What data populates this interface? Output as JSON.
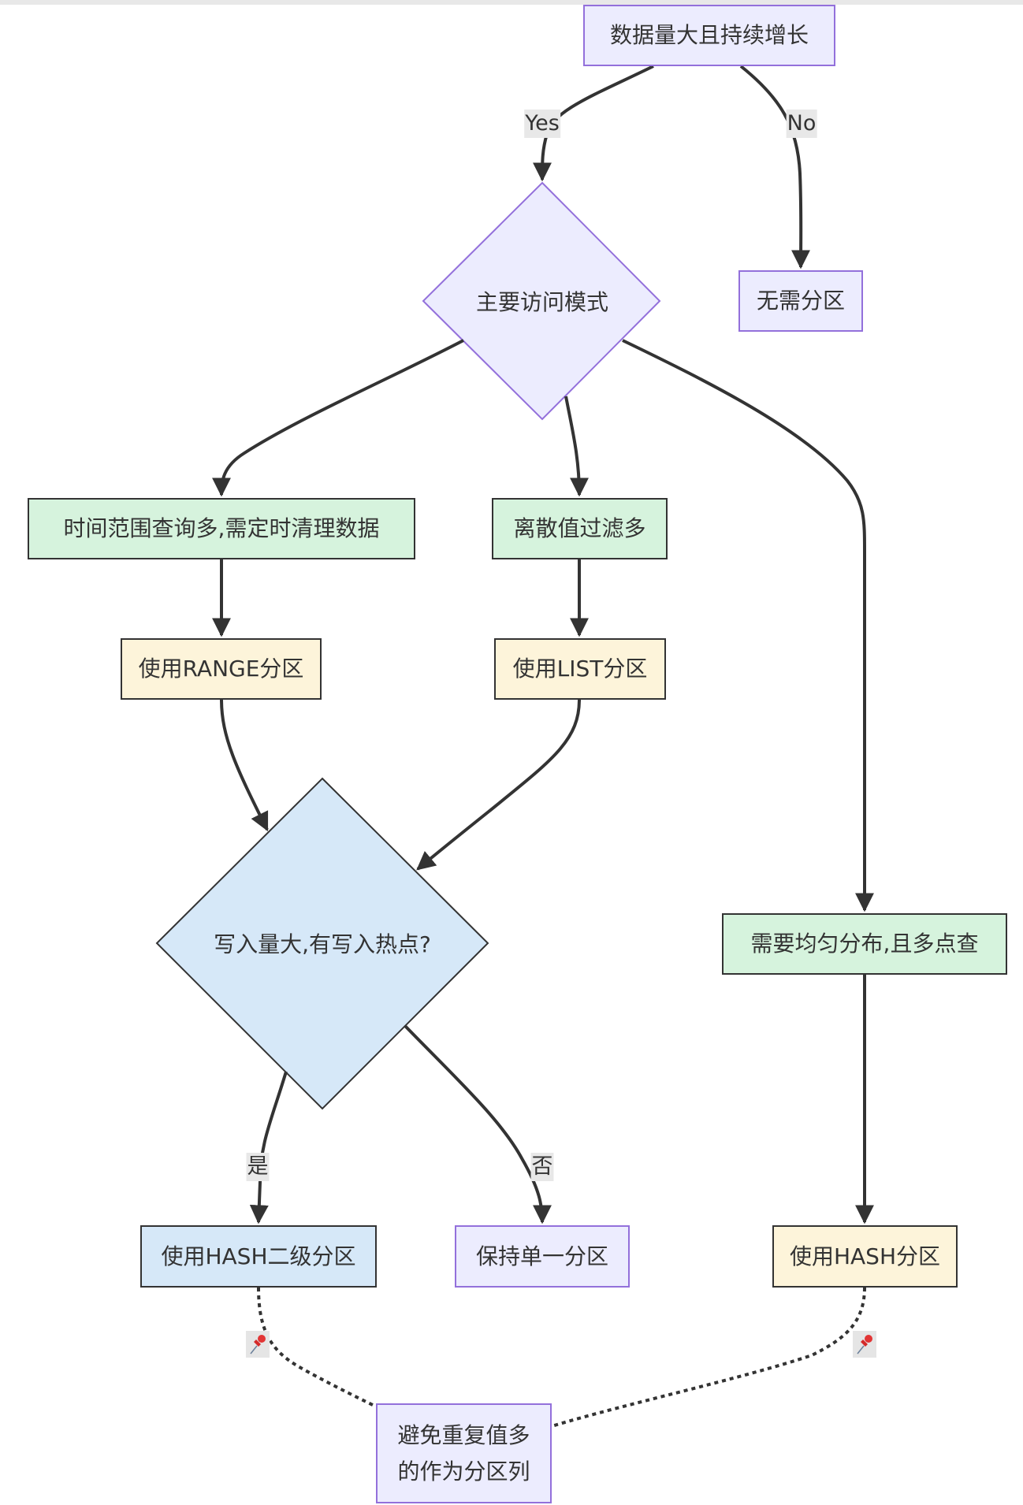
{
  "diagram": {
    "type": "flowchart",
    "nodes": {
      "start": "数据量大且持续增长",
      "access_mode": "主要访问模式",
      "no_partition": "无需分区",
      "time_range": "时间范围查询多,需定时清理数据",
      "discrete_filter": "离散值过滤多",
      "use_range": "使用RANGE分区",
      "use_list": "使用LIST分区",
      "write_hotspot": "写入量大,有写入热点?",
      "uniform_dist": "需要均匀分布,且多点查",
      "use_hash_sub": "使用HASH二级分区",
      "keep_single": "保持单一分区",
      "use_hash": "使用HASH分区",
      "note_line1": "避免重复值多",
      "note_line2": "的作为分区列"
    },
    "edge_labels": {
      "yes": "Yes",
      "no": "No",
      "shi": "是",
      "fou": "否"
    },
    "edges": [
      {
        "from": "start",
        "to": "access_mode",
        "label": "Yes"
      },
      {
        "from": "start",
        "to": "no_partition",
        "label": "No"
      },
      {
        "from": "access_mode",
        "to": "time_range"
      },
      {
        "from": "access_mode",
        "to": "discrete_filter"
      },
      {
        "from": "access_mode",
        "to": "uniform_dist"
      },
      {
        "from": "time_range",
        "to": "use_range"
      },
      {
        "from": "discrete_filter",
        "to": "use_list"
      },
      {
        "from": "use_range",
        "to": "write_hotspot"
      },
      {
        "from": "use_list",
        "to": "write_hotspot"
      },
      {
        "from": "write_hotspot",
        "to": "use_hash_sub",
        "label": "是"
      },
      {
        "from": "write_hotspot",
        "to": "keep_single",
        "label": "否"
      },
      {
        "from": "uniform_dist",
        "to": "use_hash"
      },
      {
        "from": "use_hash_sub",
        "to": "note",
        "label": "📌",
        "style": "dotted"
      },
      {
        "from": "use_hash",
        "to": "note",
        "label": "📌",
        "style": "dotted"
      }
    ],
    "pin_icon": "📌",
    "colors": {
      "purple_fill": "#ececfe",
      "purple_stroke": "#9370db",
      "green_fill": "#d6f3dd",
      "yellow_fill": "#fdf4da",
      "blue_fill": "#d6e8f8",
      "line": "#333333"
    }
  }
}
